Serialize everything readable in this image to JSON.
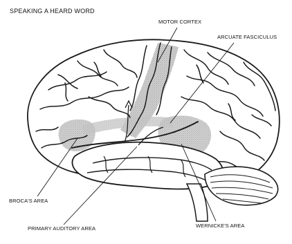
{
  "diagram": {
    "title": "SPEAKING A HEARD WORD",
    "labels": {
      "motor_cortex": "MOTOR CORTEX",
      "arcuate_fasciculus": "ARCUATE FASCICULUS",
      "brocas_area": "BROCA'S AREA",
      "primary_auditory_area": "PRIMARY AUDITORY AREA",
      "wernickes_area": "WERNICKE'S AREA"
    },
    "colors": {
      "outline": "#1a1a1a",
      "shaded_region": "#bdbdbd",
      "background": "#ffffff"
    }
  }
}
